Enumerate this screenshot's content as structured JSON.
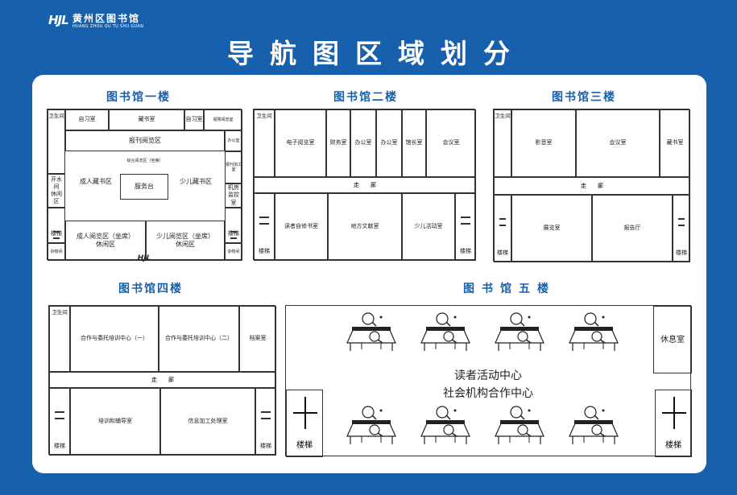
{
  "header": {
    "logo_mark": "HJL",
    "logo_cn": "黄州区图书馆",
    "logo_en": "HUANG ZHOU QU TU SHU GUAN",
    "title": "导航图区域划分"
  },
  "floor1": {
    "title": "图书馆一楼",
    "toilet": "卫生间",
    "study1": "自习室",
    "stack": "藏书室",
    "study2": "自习室",
    "av": "视障阅览室",
    "newspaper": "报刊阅览区",
    "office_r": "办公室",
    "general": "综合阅览区（坐席）",
    "adult": "成人藏书区",
    "service": "服务台",
    "child": "少儿藏书区",
    "right_mid": "报刊加工室",
    "open_room": "开水间",
    "rest1": "休闲区",
    "machine": "机房",
    "monitor": "监控室",
    "stairs_l": "楼梯",
    "stairs_r": "楼梯",
    "store_l": "杂物间",
    "store_r": "杂物间",
    "adult_read": "成人阅览区（坐席）",
    "rest2": "休闲区",
    "child_read": "少儿阅览区（坐席）",
    "rest3": "休闲区",
    "entrance_logo": "HJL"
  },
  "floor2": {
    "title": "图书馆二楼",
    "toilet": "卫生间",
    "e_read": "电子阅览室",
    "finance": "财务室",
    "office1": "办公室",
    "office2": "办公室",
    "director": "馆长室",
    "meeting": "会议室",
    "corridor": "走廊",
    "stairs_l": "楼梯",
    "reserve": "读者自修书室",
    "local": "地方文献室",
    "child_act": "少儿活动室",
    "stairs_r": "楼梯"
  },
  "floor3": {
    "title": "图书馆三楼",
    "toilet": "卫生间",
    "film": "影音室",
    "meeting": "会议室",
    "stack": "藏书室",
    "corridor": "走廊",
    "stairs_l": "楼梯",
    "exhibit": "展览室",
    "lecture": "报告厅",
    "stairs_r": "楼梯"
  },
  "floor4": {
    "title": "图书馆四楼",
    "toilet": "卫生间",
    "train1": "合作与委托培训中心（一）",
    "train2": "合作与委托培训中心（二）",
    "archive": "档案室",
    "corridor": "走廊",
    "stairs_l": "楼梯",
    "tutor": "培训和辅导室",
    "info": "信息加工处理室",
    "stairs_r": "楼梯"
  },
  "floor5": {
    "title": "图书馆五楼",
    "rest": "休息室",
    "line1": "读者活动中心",
    "line2": "社会机构合作中心",
    "stairs_l": "楼梯",
    "stairs_r": "楼梯"
  }
}
